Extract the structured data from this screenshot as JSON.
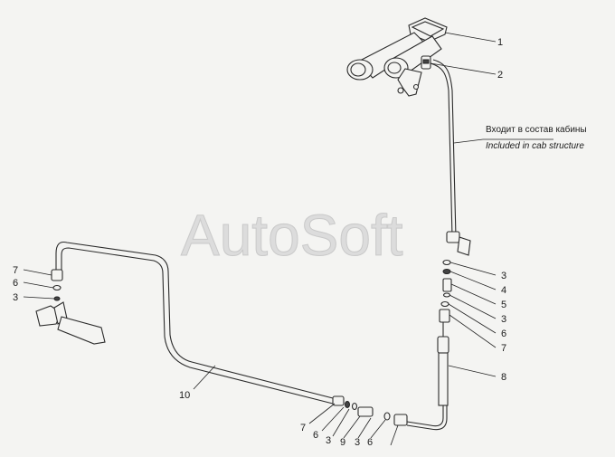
{
  "watermark": "AutoSoft",
  "note": {
    "ru": "Входит в состав кабины",
    "en": "Included in cab structure"
  },
  "callouts": {
    "c1": "1",
    "c2": "2",
    "r3a": "3",
    "r4": "4",
    "r5": "5",
    "r3b": "3",
    "r6": "6",
    "r7": "7",
    "r8": "8",
    "l7": "7",
    "l6": "6",
    "l3": "3",
    "c10": "10",
    "b7": "7",
    "b6a": "6",
    "b3a": "3",
    "b9": "9",
    "b3b": "3",
    "b6b": "6"
  }
}
